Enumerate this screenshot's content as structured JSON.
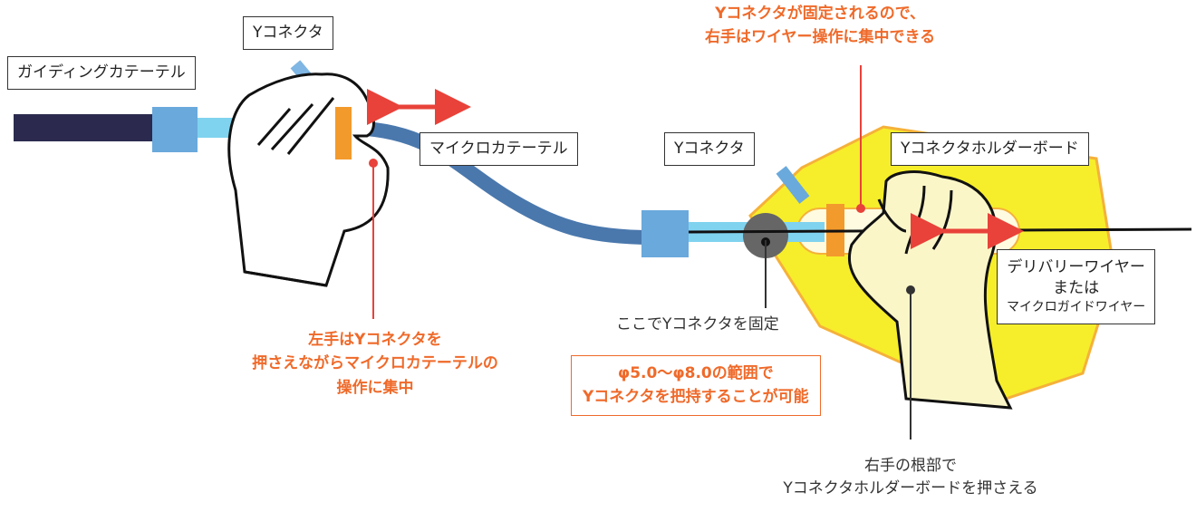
{
  "labels": {
    "guiding_catheter": "ガイディングカテーテル",
    "y_connector_left": "Yコネクタ",
    "micro_catheter": "マイクロカテーテル",
    "y_connector_right": "Yコネクタ",
    "holder_board": "Yコネクタホルダーボード",
    "wire_line1": "デリバリーワイヤー",
    "wire_line2": "または",
    "wire_line3": "マイクロガイドワイヤー"
  },
  "notes": {
    "top_right_line1": "Yコネクタが固定されるので、",
    "top_right_line2": "右手はワイヤー操作に集中できる",
    "left_hand_line1": "左手はYコネクタを",
    "left_hand_line2": "押さえながらマイクロカテーテルの",
    "left_hand_line3": "操作に集中",
    "fix_point": "ここでYコネクタを固定",
    "range_line1": "φ5.0〜φ8.0の範囲で",
    "range_line2": "Yコネクタを把持することが可能",
    "right_hand_line1": "右手の根部で",
    "right_hand_line2": "Yコネクタホルダーボードを押さえる"
  },
  "colors": {
    "accent_orange": "#ef6a2a",
    "arrow_red": "#e8423a",
    "board_yellow": "#f6ee2a",
    "guiding_navy": "#2b2a4e",
    "micro_blue": "#4a78ad",
    "connector_blue": "#6aa9dc"
  }
}
